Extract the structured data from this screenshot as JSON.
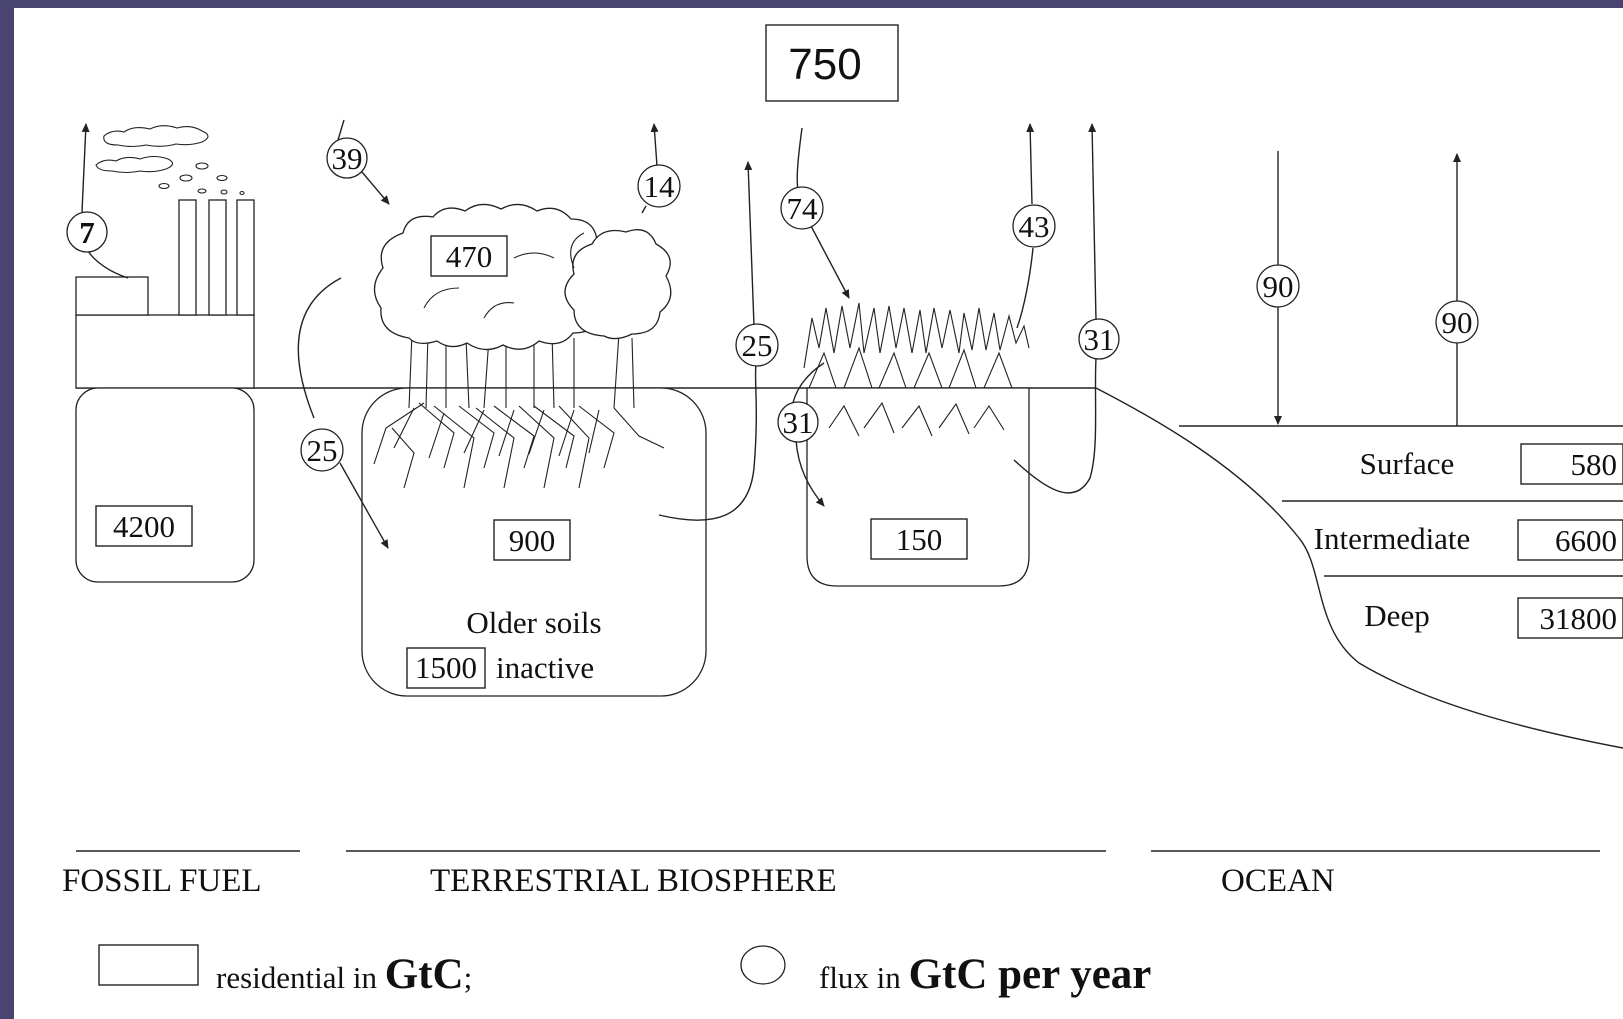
{
  "atmosphere": {
    "value": "750"
  },
  "reservoirs": {
    "fossil": "4200",
    "vegetation": "470",
    "soil": "900",
    "older_soils": "1500",
    "grass_soil": "150",
    "surface": "580",
    "intermediate": "6600",
    "deep": "31800"
  },
  "labels": {
    "older_soils_title": "Older soils",
    "inactive": "inactive",
    "surface": "Surface",
    "intermediate": "Intermediate",
    "deep": "Deep"
  },
  "fluxes": {
    "fossil_emission": "7",
    "tree_uptake": "39",
    "tree_release": "14",
    "litter_to_soil": "25",
    "soil_respiration": "25",
    "grass_uptake": "74",
    "grass_release": "43",
    "grass_litter": "31",
    "grass_soil_respiration": "31",
    "ocean_uptake": "90",
    "ocean_release": "90"
  },
  "sections": {
    "fossil": "FOSSIL FUEL",
    "terrestrial": "TERRESTRIAL BIOSPHERE",
    "ocean": "OCEAN"
  },
  "legend": {
    "box_text": "residential in ",
    "box_unit": "GtC",
    "box_suffix": ";",
    "circle_text": "flux in ",
    "circle_unit": "GtC per year"
  }
}
